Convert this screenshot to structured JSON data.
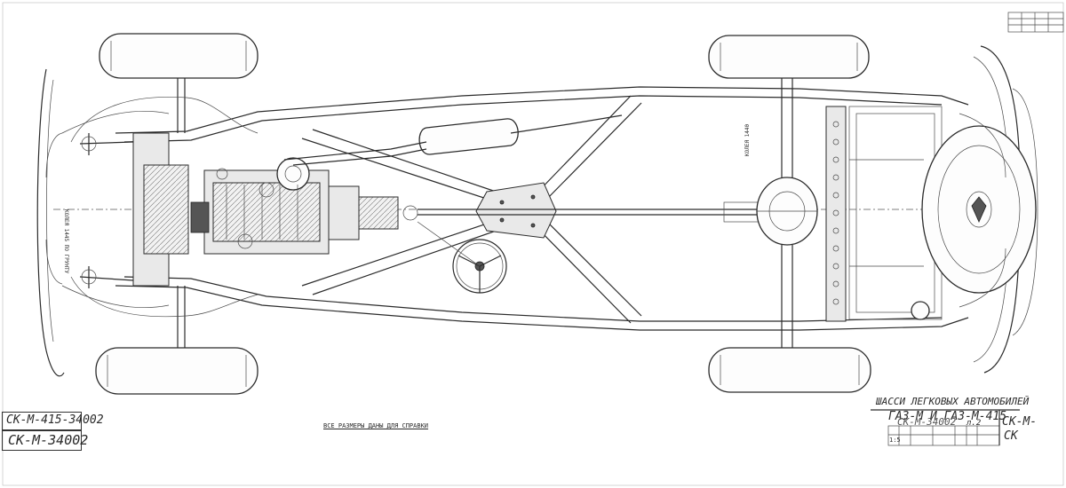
{
  "title_block": {
    "title_line1": "ШАССИ ЛЕГКОВЫХ АВТОМОБИЛЕЙ",
    "title_line2": "ГАЗ-М И ГАЗ-М-415",
    "drawing_number": "СК-М-34002",
    "sheet_marker": "л.2",
    "short_code": "СК-М-",
    "corner_code": "СК",
    "scale": "1:5"
  },
  "left_stamps": {
    "stamp_top": "СК-М-415-34002",
    "stamp_bottom": "СК-М-34002"
  },
  "notes": {
    "all_dimensions": "ВСЕ РАЗМЕРЫ ДАНЫ ДЛЯ СПРАВКИ",
    "front_dim": "КОЛЕЯ 1445 ПО ГРУНТУ",
    "rear_dim": "КОЛЕЯ 1440"
  },
  "colors": {
    "ink": "#2b2b2b",
    "paper": "#ffffff"
  }
}
